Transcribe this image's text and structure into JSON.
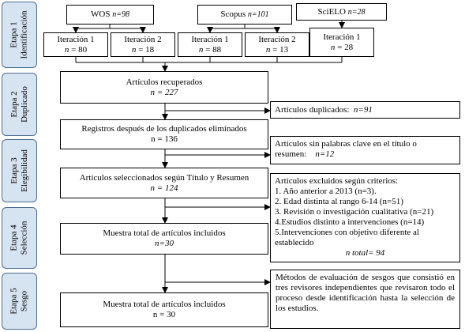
{
  "stages": {
    "identificacion": {
      "line1": "Etapa 1",
      "line2": "Identificación"
    },
    "duplicado": {
      "line1": "Etapa 2",
      "line2": "Duplicado"
    },
    "elegibilidad": {
      "line1": "Etapa 3",
      "line2": "Elegibilidad"
    },
    "seleccion": {
      "line1": "Etapa 4",
      "line2": "Selección"
    },
    "sesgo": {
      "line1": "Etapa 5",
      "line2": "Sesgo"
    }
  },
  "databases": {
    "wos": {
      "name": "WOS",
      "n": "n=98"
    },
    "scopus": {
      "name": "Scopus",
      "n": "n=101"
    },
    "scielo": {
      "name": "SciELO",
      "n": "n=28"
    }
  },
  "iterations": {
    "wos_1": {
      "label": "Iteración 1",
      "n_label": "n",
      "n_value": "= 80"
    },
    "wos_2": {
      "label": "Iteración 2",
      "n_label": "n",
      "n_value": "= 18"
    },
    "scopus_1": {
      "label": "Iteración 1",
      "n_label": "n",
      "n_value": "= 88"
    },
    "scopus_2": {
      "label": "Iteración 2",
      "n_label": "n",
      "n_value": "= 13"
    },
    "scielo_1": {
      "label": "Iteración 1",
      "n_label": "n",
      "n_value": "= 28"
    }
  },
  "main": {
    "recuperados": {
      "title": "Artículos recuperados",
      "n": "n = 227"
    },
    "registros": {
      "title": "Registros después de los duplicados eliminados",
      "n": "n = 136"
    },
    "seleccionados": {
      "title": "Artículos seleccionados según Título y Resumen",
      "n": "n = 124"
    },
    "incluidos_1": {
      "title": "Muestra total de artículos incluidos",
      "n": "n=30"
    },
    "incluidos_2": {
      "title": "Muestra total de artículos incluidos",
      "n": "n = 30"
    }
  },
  "side": {
    "duplicados": {
      "text": "Artículos duplicados:",
      "n": "n=91"
    },
    "sin_palabras": {
      "line1": "Artículos sin palabras clave en el título o",
      "line2": "resumen:",
      "n": "n=12"
    },
    "excluidos": {
      "title": "Artículos excluidos según criterios:",
      "items": [
        "1. Año anterior a 2013 (n=3).",
        "2. Edad distinta al rango 6-14 (n=51)",
        "3. Revisión o investigación cualitativa (n=21)",
        "4.Estudios distinto a intervenciones (n=14)",
        "5.Intervenciones con objetivo diferente al",
        "establecido"
      ],
      "total": "n total= 94"
    },
    "sesgo": {
      "text": "Métodos de evaluación de sesgos que consistió en tres revisores independientes que revisaron todo el proceso desde identificación hasta la selección de los estudios."
    }
  }
}
